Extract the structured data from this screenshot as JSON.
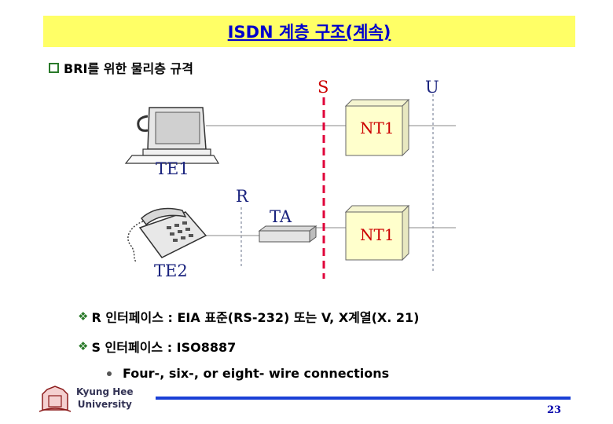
{
  "title": "ISDN 계층 구조(계속)",
  "heading": "BRI를 위한 물리층 규격",
  "diagram": {
    "ref_point_s": "S",
    "ref_point_u": "U",
    "ref_point_r": "R",
    "nt1_top": "NT1",
    "nt1_bottom": "NT1",
    "te1": "TE1",
    "te2": "TE2",
    "ta": "TA",
    "colors": {
      "s_line": "#e0003a",
      "nt_box": "#ffffcc",
      "label": "#cc0000",
      "te_label": "#1a237e"
    }
  },
  "bullets": [
    {
      "text": "R 인터페이스 : EIA 표준(RS-232) 또는 V, X계열(X. 21)"
    },
    {
      "text": "S 인터페이스 : ISO8887"
    }
  ],
  "sub_bullet": "Four-, six-, or eight- wire connections",
  "footer": {
    "line1": "Kyung Hee",
    "line2": "University",
    "page": "23"
  }
}
